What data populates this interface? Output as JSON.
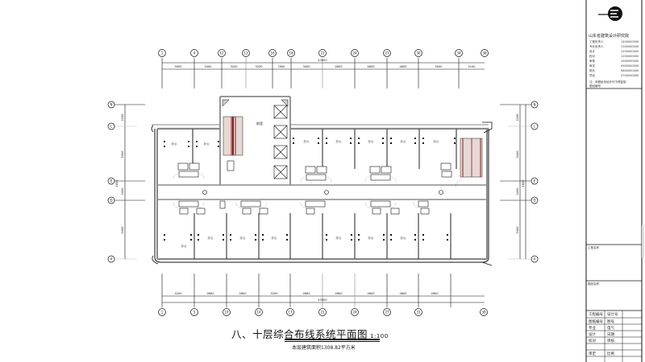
{
  "drawing": {
    "title": "八、十层综合布线系统平面图",
    "scale": "1:100",
    "subtitle": "本层建筑面积1308.82平方米",
    "grid_axes_top": [
      "1",
      "4",
      "12",
      "13",
      "16",
      "18",
      "21",
      "24",
      "27",
      "30",
      "34",
      "38"
    ],
    "grid_axes_bottom": [
      "1",
      "5",
      "10",
      "14",
      "17",
      "21",
      "24",
      "27",
      "31",
      "38"
    ],
    "grid_axes_left": [
      "N",
      "L",
      "E",
      "D",
      "A"
    ],
    "grid_axes_right": [
      "N",
      "L",
      "E",
      "D",
      "A"
    ],
    "top_dimensions": [
      "9000",
      "3400",
      "3200",
      "3200",
      "2900",
      "3000",
      "4800",
      "4800",
      "4800",
      "5000",
      "5100"
    ],
    "top_total": "43000",
    "bottom_dimensions": [
      "4200",
      "4800",
      "4800",
      "5200",
      "4800",
      "4800",
      "4800",
      "4800",
      "4800"
    ],
    "bottom_total": "43000",
    "left_dimensions": [
      "2200",
      "5400",
      "1800",
      "2400",
      "5400"
    ],
    "right_dimensions": [
      "2200",
      "5400",
      "1800",
      "2400",
      "5400"
    ],
    "room_labels": [
      "办公",
      "办公",
      "办公",
      "办公",
      "办公",
      "办公",
      "办公",
      "办公",
      "办公",
      "办公",
      "办公",
      "办公",
      "办公",
      "办公"
    ],
    "core_label": "前室",
    "colors": {
      "line": "#111111",
      "wall_fill": "#9a9a9a",
      "stair_fill": "#e6d8d4",
      "stair_red": "#8b1a1a"
    }
  },
  "title_block": {
    "company": "山东省建筑设计研究院",
    "rows": [
      {
        "label": "工程负责人",
        "value": "1400000000"
      },
      {
        "label": "专业负责人",
        "value": "1300000000"
      },
      {
        "label": "设计",
        "value": "1200000000"
      },
      {
        "label": "校对",
        "value": "1100000000"
      },
      {
        "label": "审核",
        "value": "1000000000"
      },
      {
        "label": "审定",
        "value": "0900000000"
      },
      {
        "label": "院长",
        "value": "0800000000"
      },
      {
        "label": "项目",
        "value": "0700000000"
      }
    ],
    "notes": [
      "注：本图纸未经许可不得复制",
      "图纸编号"
    ],
    "section1": "工程名称",
    "section2": "图纸名称",
    "sign_rows": [
      {
        "a": "工程编号",
        "b": "设计号"
      },
      {
        "a": "图纸编号",
        "b": "图号"
      },
      {
        "a": "专业",
        "b": "电气"
      },
      {
        "a": "设计",
        "b": "日期"
      },
      {
        "a": "校对",
        "b": "审核"
      },
      {
        "a": "审定",
        "b": "比例"
      }
    ]
  }
}
